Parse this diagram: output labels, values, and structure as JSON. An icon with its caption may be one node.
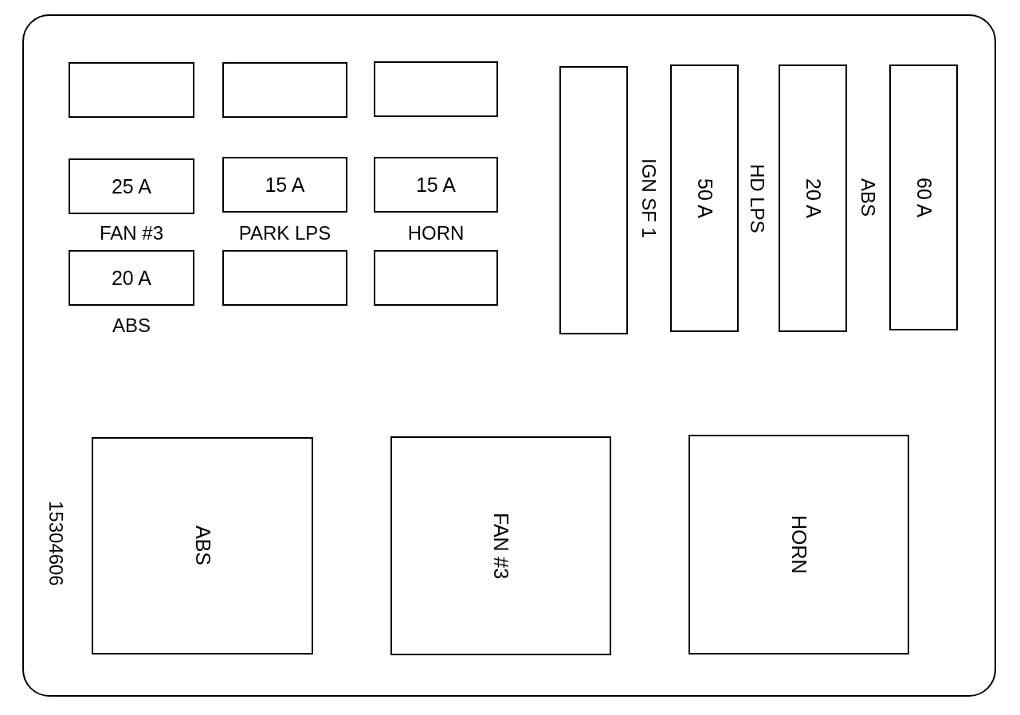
{
  "diagram": {
    "nodes": [
      {
        "text": [],
        "shape": "box"
      },
      {
        "text": [],
        "shape": "box",
        "in": 0
      },
      {
        "text": [],
        "shape": "box",
        "in": 0
      },
      {
        "text": [],
        "shape": "box",
        "in": 0
      },
      {
        "text": [
          "25 A"
        ],
        "beside": [
          "FAN #3"
        ],
        "in": 0
      },
      {
        "text": [
          "15 A"
        ],
        "beside": [
          "PARK LPS"
        ],
        "in": 0
      },
      {
        "text": [
          "15 A"
        ],
        "beside": [
          "HORN"
        ],
        "in": 0
      },
      {
        "text": [
          "20 A"
        ],
        "beside": [
          "ABS"
        ],
        "in": 0
      },
      {
        "text": [],
        "shape": "box",
        "in": 0
      },
      {
        "text": [],
        "shape": "box",
        "in": 0
      },
      {
        "text": [],
        "shape": "box",
        "in": 0
      },
      {
        "text": [
          "50 A"
        ],
        "beside": [
          "IGN SF 1"
        ],
        "in": 0
      },
      {
        "text": [
          "20 A"
        ],
        "beside": [
          "HD LPS"
        ],
        "in": 0
      },
      {
        "text": [
          "60 A"
        ],
        "beside": [
          "ABS"
        ],
        "in": 0
      },
      {
        "text": [
          "ABS"
        ],
        "in": 0
      },
      {
        "text": [
          "FAN #3"
        ],
        "in": 0
      },
      {
        "text": [
          "HORN"
        ],
        "in": 0
      }
    ],
    "labels": [
      "15304606"
    ]
  }
}
